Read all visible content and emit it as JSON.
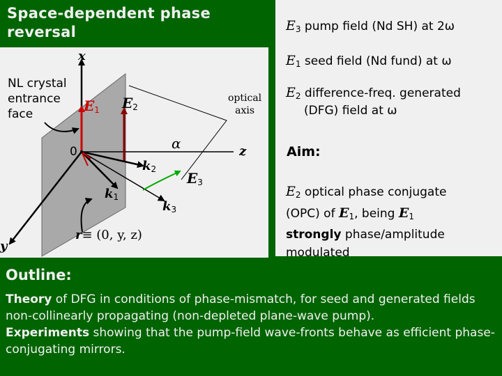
{
  "title_line1": "Space-dependent phase",
  "title_line2": "reversal",
  "diagram": {
    "x_label": "x",
    "y_label": "y",
    "z_label": "z",
    "origin_label": "0",
    "crystal_label_line1": "NL crystal",
    "crystal_label_line2": "entrance",
    "crystal_label_line3": "face",
    "E1_label": "E",
    "E1_sub": "1",
    "E2_label": "E",
    "E2_sub": "2",
    "E3_label": "E",
    "E3_sub": "3",
    "k1_label": "k",
    "k1_sub": "1",
    "k2_label": "k",
    "k2_sub": "2",
    "k3_label": "k",
    "k3_sub": "3",
    "alpha_label": "α",
    "optical_axis_line1": "optical",
    "optical_axis_line2": "axis",
    "r_label": "r",
    "r_def": "≡ (0, y, z)"
  },
  "fields": {
    "E3_sym": "E",
    "E3_sub": "3",
    "E3_text": "pump field (Nd SH) at 2ω",
    "E1_sym": "E",
    "E1_sub": "1",
    "E1_text": "seed field (Nd fund) at ω",
    "E2_sym": "E",
    "E2_sub": "2",
    "E2_text_line1": "difference-freq. generated",
    "E2_text_line2": "(DFG) field at ω"
  },
  "aim": {
    "heading": "Aim:",
    "e2_sym": "E",
    "e2_sub": "2",
    "line1_rest": "optical phase conjugate",
    "line2_pre": "(OPC) of ",
    "e1_sym": "E",
    "e1_sub": "1",
    "line2_mid": ", being ",
    "line3_bold": "strongly",
    "line3_rest": " phase/amplitude",
    "line4": "modulated"
  },
  "outline": {
    "heading": "Outline:",
    "theory_bold": "Theory",
    "theory_text": " of DFG in conditions of phase-mismatch, for seed and generated fields non-collinearly propagating (non-depleted plane-wave pump).",
    "exp_bold": "Experiments",
    "exp_text": " showing that the pump-field wave-fronts behave as efficient phase-conjugating mirrors."
  },
  "colors": {
    "background": "#006400",
    "panel": "#f0f0f0",
    "crystal_face": "#a9a9a9",
    "E1_arrow": "#cc0000",
    "E2_arrow": "#8b0000",
    "k_arrows": "#000000",
    "alpha_arc": "#00aa00"
  }
}
